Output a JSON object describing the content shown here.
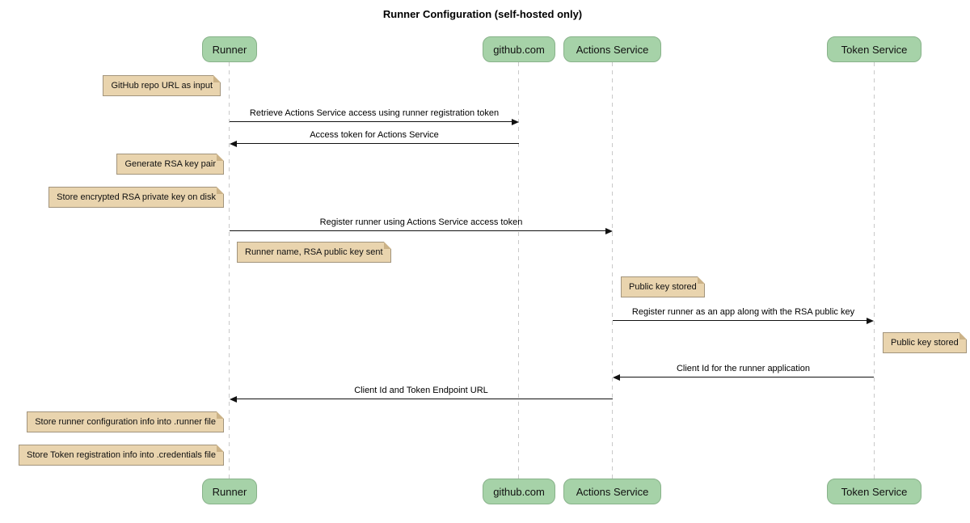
{
  "diagram": {
    "type": "sequence-diagram",
    "title": "Runner Configuration (self-hosted only)"
  },
  "colors": {
    "background": "#ffffff",
    "text": "#000000",
    "participant_fill": "#a6d2a8",
    "participant_border": "#88b28a",
    "note_fill": "#e9d4ae",
    "note_border": "#a2947c",
    "lifeline": "#c9c9c9",
    "arrow": "#111111"
  },
  "participants": [
    {
      "label": "Runner"
    },
    {
      "label": "github.com"
    },
    {
      "label": "Actions Service"
    },
    {
      "label": "Token Service"
    }
  ],
  "messages": [
    {
      "from": "Runner",
      "to": "github.com",
      "direction": "right",
      "text": "Retrieve Actions Service access using runner registration token"
    },
    {
      "from": "github.com",
      "to": "Runner",
      "direction": "left",
      "text": "Access token for Actions Service"
    },
    {
      "from": "Runner",
      "to": "Actions Service",
      "direction": "right",
      "text": "Register runner using Actions Service access token"
    },
    {
      "from": "Actions Service",
      "to": "Token Service",
      "direction": "right",
      "text": "Register runner as an app along with the RSA public key"
    },
    {
      "from": "Token Service",
      "to": "Actions Service",
      "direction": "left",
      "text": "Client Id for the runner application"
    },
    {
      "from": "Actions Service",
      "to": "Runner",
      "direction": "left",
      "text": "Client Id and Token Endpoint URL"
    }
  ],
  "notes": [
    {
      "position": "left of Runner",
      "text": "GitHub repo URL as input"
    },
    {
      "position": "left of Runner",
      "text": "Generate RSA key pair"
    },
    {
      "position": "left of Runner",
      "text": "Store encrypted RSA private key on disk"
    },
    {
      "position": "right of Runner",
      "text": "Runner name, RSA public key sent"
    },
    {
      "position": "right of Actions Service",
      "text": "Public key stored"
    },
    {
      "position": "right of Token Service",
      "text": "Public key stored"
    },
    {
      "position": "left of Runner",
      "text": "Store runner configuration info into .runner file"
    },
    {
      "position": "left of Runner",
      "text": "Store Token registration info into .credentials file"
    }
  ]
}
